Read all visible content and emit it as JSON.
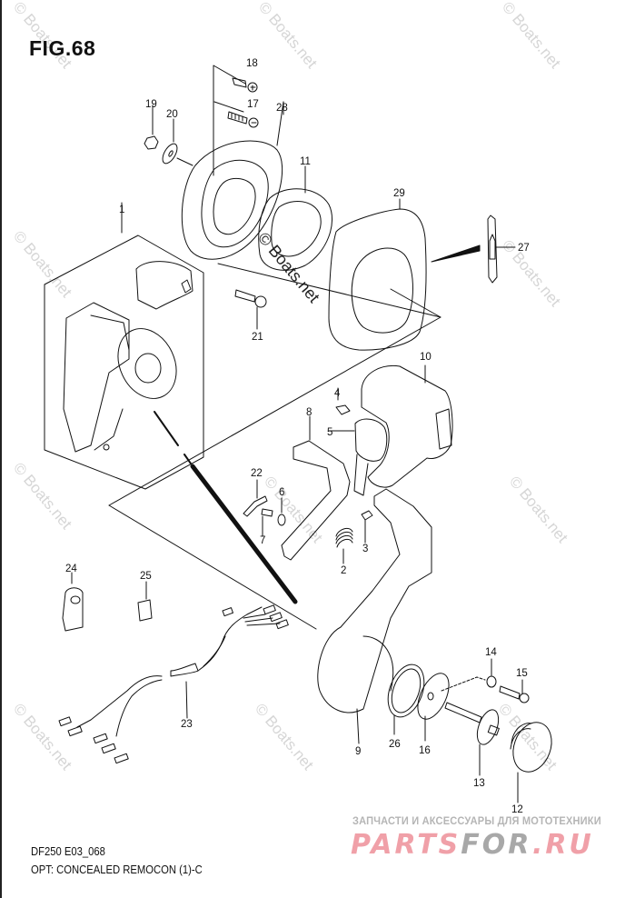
{
  "figure": {
    "title": "FIG.68",
    "code": "DF250 E03_068",
    "caption": "OPT: CONCEALED REMOCON (1)-C"
  },
  "watermarks": {
    "boats": "© Boats.net",
    "ru_tagline": "ЗАПЧАСТИ И АКСЕССУАРЫ ДЛЯ МОТОТЕХНИКИ",
    "ru_brand_part1": "PARTS",
    "ru_brand_part2": "FOR",
    "ru_brand_part3": ".RU"
  },
  "colors": {
    "line": "#111111",
    "watermark_grey": "#d6d6d6",
    "brand_pink": "#f0a0a8",
    "brand_grey": "#a8a8a8"
  },
  "callouts": [
    {
      "id": "1",
      "label": "1"
    },
    {
      "id": "2",
      "label": "2"
    },
    {
      "id": "3",
      "label": "3"
    },
    {
      "id": "4",
      "label": "4"
    },
    {
      "id": "5",
      "label": "5"
    },
    {
      "id": "6",
      "label": "6"
    },
    {
      "id": "7",
      "label": "7"
    },
    {
      "id": "8",
      "label": "8"
    },
    {
      "id": "9",
      "label": "9"
    },
    {
      "id": "10",
      "label": "10"
    },
    {
      "id": "11",
      "label": "11"
    },
    {
      "id": "12",
      "label": "12"
    },
    {
      "id": "13",
      "label": "13"
    },
    {
      "id": "14",
      "label": "14"
    },
    {
      "id": "15",
      "label": "15"
    },
    {
      "id": "16",
      "label": "16"
    },
    {
      "id": "17",
      "label": "17"
    },
    {
      "id": "18",
      "label": "18"
    },
    {
      "id": "19",
      "label": "19"
    },
    {
      "id": "20",
      "label": "20"
    },
    {
      "id": "21",
      "label": "21"
    },
    {
      "id": "22",
      "label": "22"
    },
    {
      "id": "23",
      "label": "23"
    },
    {
      "id": "24",
      "label": "24"
    },
    {
      "id": "25",
      "label": "25"
    },
    {
      "id": "26",
      "label": "26"
    },
    {
      "id": "27",
      "label": "27"
    },
    {
      "id": "28",
      "label": "28"
    },
    {
      "id": "29",
      "label": "29"
    }
  ]
}
